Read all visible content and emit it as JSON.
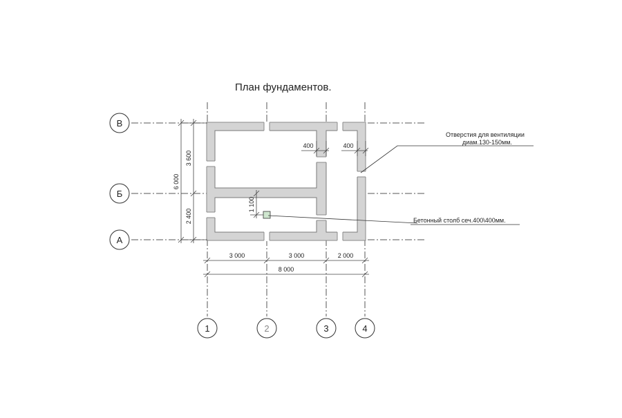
{
  "title": "План фундаментов.",
  "row_axes": [
    "В",
    "Б",
    "А"
  ],
  "col_axes": [
    "1",
    "2",
    "3",
    "4"
  ],
  "dims_top": [
    "3 000",
    "3 000",
    "2 000"
  ],
  "dim_total": "8 000",
  "dims_left": [
    "3 600",
    "2 400"
  ],
  "dim_left_total": "6 000",
  "dim_pillar": "1 100",
  "dim_vent": [
    "400",
    "400"
  ],
  "notes": {
    "vent": [
      "Отверстия для вентиляции",
      "диам.130-150мм."
    ],
    "pillar": "Бетонный столб сеч.400\\400мм."
  }
}
